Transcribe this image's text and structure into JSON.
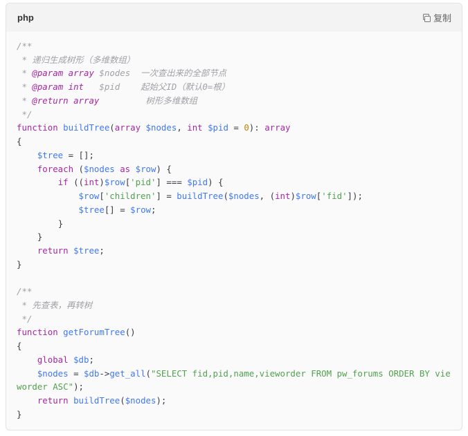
{
  "header": {
    "language": "php",
    "copy_label": "复制",
    "copy_icon": "copy-icon"
  },
  "colors": {
    "keyword": "#a626a4",
    "variable": "#4078f2",
    "function": "#4078f2",
    "string": "#50a14f",
    "number": "#c18401",
    "comment": "#a0a1a7",
    "header_bg": "#f3f3f3",
    "code_bg": "#fafafa"
  },
  "code": {
    "lines": [
      [
        {
          "t": "c",
          "v": "/**"
        }
      ],
      [
        {
          "t": "c",
          "v": " * 递归生成树形（多维数组）"
        }
      ],
      [
        {
          "t": "c",
          "v": " * "
        },
        {
          "t": "ck",
          "v": "@param"
        },
        {
          "t": "c",
          "v": " "
        },
        {
          "t": "ck",
          "v": "array"
        },
        {
          "t": "c",
          "v": " $nodes  一次查出来的全部节点"
        }
      ],
      [
        {
          "t": "c",
          "v": " * "
        },
        {
          "t": "ck",
          "v": "@param"
        },
        {
          "t": "c",
          "v": " "
        },
        {
          "t": "ck",
          "v": "int"
        },
        {
          "t": "c",
          "v": "   $pid    起始父ID（默认0=根）"
        }
      ],
      [
        {
          "t": "c",
          "v": " * "
        },
        {
          "t": "ck",
          "v": "@return"
        },
        {
          "t": "c",
          "v": " "
        },
        {
          "t": "ck",
          "v": "array"
        },
        {
          "t": "c",
          "v": "         树形多维数组"
        }
      ],
      [
        {
          "t": "c",
          "v": " */"
        }
      ],
      [
        {
          "t": "k",
          "v": "function"
        },
        {
          "t": "p",
          "v": " "
        },
        {
          "t": "f",
          "v": "buildTree"
        },
        {
          "t": "p",
          "v": "("
        },
        {
          "t": "k",
          "v": "array"
        },
        {
          "t": "p",
          "v": " "
        },
        {
          "t": "v",
          "v": "$nodes"
        },
        {
          "t": "p",
          "v": ", "
        },
        {
          "t": "k",
          "v": "int"
        },
        {
          "t": "p",
          "v": " "
        },
        {
          "t": "v",
          "v": "$pid"
        },
        {
          "t": "p",
          "v": " = "
        },
        {
          "t": "n",
          "v": "0"
        },
        {
          "t": "p",
          "v": "): "
        },
        {
          "t": "k",
          "v": "array"
        }
      ],
      [
        {
          "t": "p",
          "v": "{"
        }
      ],
      [
        {
          "t": "p",
          "v": "    "
        },
        {
          "t": "v",
          "v": "$tree"
        },
        {
          "t": "p",
          "v": " = [];"
        }
      ],
      [
        {
          "t": "p",
          "v": "    "
        },
        {
          "t": "k",
          "v": "foreach"
        },
        {
          "t": "p",
          "v": " ("
        },
        {
          "t": "v",
          "v": "$nodes"
        },
        {
          "t": "p",
          "v": " "
        },
        {
          "t": "k",
          "v": "as"
        },
        {
          "t": "p",
          "v": " "
        },
        {
          "t": "v",
          "v": "$row"
        },
        {
          "t": "p",
          "v": ") {"
        }
      ],
      [
        {
          "t": "p",
          "v": "        "
        },
        {
          "t": "k",
          "v": "if"
        },
        {
          "t": "p",
          "v": " (("
        },
        {
          "t": "k",
          "v": "int"
        },
        {
          "t": "p",
          "v": ")"
        },
        {
          "t": "v",
          "v": "$row"
        },
        {
          "t": "p",
          "v": "["
        },
        {
          "t": "s",
          "v": "'pid'"
        },
        {
          "t": "p",
          "v": "] === "
        },
        {
          "t": "v",
          "v": "$pid"
        },
        {
          "t": "p",
          "v": ") {"
        }
      ],
      [
        {
          "t": "p",
          "v": "            "
        },
        {
          "t": "v",
          "v": "$row"
        },
        {
          "t": "p",
          "v": "["
        },
        {
          "t": "s",
          "v": "'children'"
        },
        {
          "t": "p",
          "v": "] = "
        },
        {
          "t": "f",
          "v": "buildTree"
        },
        {
          "t": "p",
          "v": "("
        },
        {
          "t": "v",
          "v": "$nodes"
        },
        {
          "t": "p",
          "v": ", ("
        },
        {
          "t": "k",
          "v": "int"
        },
        {
          "t": "p",
          "v": ")"
        },
        {
          "t": "v",
          "v": "$row"
        },
        {
          "t": "p",
          "v": "["
        },
        {
          "t": "s",
          "v": "'fid'"
        },
        {
          "t": "p",
          "v": "]);"
        }
      ],
      [
        {
          "t": "p",
          "v": "            "
        },
        {
          "t": "v",
          "v": "$tree"
        },
        {
          "t": "p",
          "v": "[] = "
        },
        {
          "t": "v",
          "v": "$row"
        },
        {
          "t": "p",
          "v": ";"
        }
      ],
      [
        {
          "t": "p",
          "v": "        }"
        }
      ],
      [
        {
          "t": "p",
          "v": "    }"
        }
      ],
      [
        {
          "t": "p",
          "v": "    "
        },
        {
          "t": "k",
          "v": "return"
        },
        {
          "t": "p",
          "v": " "
        },
        {
          "t": "v",
          "v": "$tree"
        },
        {
          "t": "p",
          "v": ";"
        }
      ],
      [
        {
          "t": "p",
          "v": "}"
        }
      ],
      [
        {
          "t": "p",
          "v": ""
        }
      ],
      [
        {
          "t": "c",
          "v": "/**"
        }
      ],
      [
        {
          "t": "c",
          "v": " * 先查表，再转树"
        }
      ],
      [
        {
          "t": "c",
          "v": " */"
        }
      ],
      [
        {
          "t": "k",
          "v": "function"
        },
        {
          "t": "p",
          "v": " "
        },
        {
          "t": "f",
          "v": "getForumTree"
        },
        {
          "t": "p",
          "v": "()"
        }
      ],
      [
        {
          "t": "p",
          "v": "{"
        }
      ],
      [
        {
          "t": "p",
          "v": "    "
        },
        {
          "t": "k",
          "v": "global"
        },
        {
          "t": "p",
          "v": " "
        },
        {
          "t": "v",
          "v": "$db"
        },
        {
          "t": "p",
          "v": ";"
        }
      ],
      [
        {
          "t": "p",
          "v": "    "
        },
        {
          "t": "v",
          "v": "$nodes"
        },
        {
          "t": "p",
          "v": " = "
        },
        {
          "t": "v",
          "v": "$db"
        },
        {
          "t": "p",
          "v": "->"
        },
        {
          "t": "f",
          "v": "get_all"
        },
        {
          "t": "p",
          "v": "("
        },
        {
          "t": "s",
          "v": "\"SELECT fid,pid,name,vieworder FROM pw_forums ORDER BY vieworder ASC\""
        },
        {
          "t": "p",
          "v": ");"
        }
      ],
      [
        {
          "t": "p",
          "v": "    "
        },
        {
          "t": "k",
          "v": "return"
        },
        {
          "t": "p",
          "v": " "
        },
        {
          "t": "f",
          "v": "buildTree"
        },
        {
          "t": "p",
          "v": "("
        },
        {
          "t": "v",
          "v": "$nodes"
        },
        {
          "t": "p",
          "v": ");"
        }
      ],
      [
        {
          "t": "p",
          "v": "}"
        }
      ]
    ]
  }
}
